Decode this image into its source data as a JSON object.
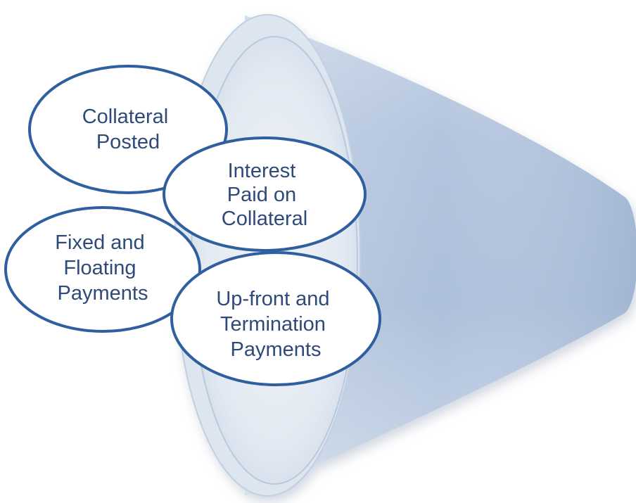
{
  "colors": {
    "funnel_fill": "#bccbe0",
    "funnel_rim": "#dfe6f0",
    "oval_stroke": "#2f5f9e",
    "text": "#2e4a78"
  },
  "ovals": [
    {
      "id": "collateral-posted",
      "lines": [
        "Collateral",
        "Posted"
      ]
    },
    {
      "id": "interest-paid",
      "lines": [
        "Interest",
        "Paid on",
        "Collateral"
      ]
    },
    {
      "id": "fixed-floating",
      "lines": [
        "Fixed and",
        "Floating",
        "Payments"
      ]
    },
    {
      "id": "upfront-termination",
      "lines": [
        "Up-front and",
        "Termination",
        "Payments"
      ]
    }
  ]
}
